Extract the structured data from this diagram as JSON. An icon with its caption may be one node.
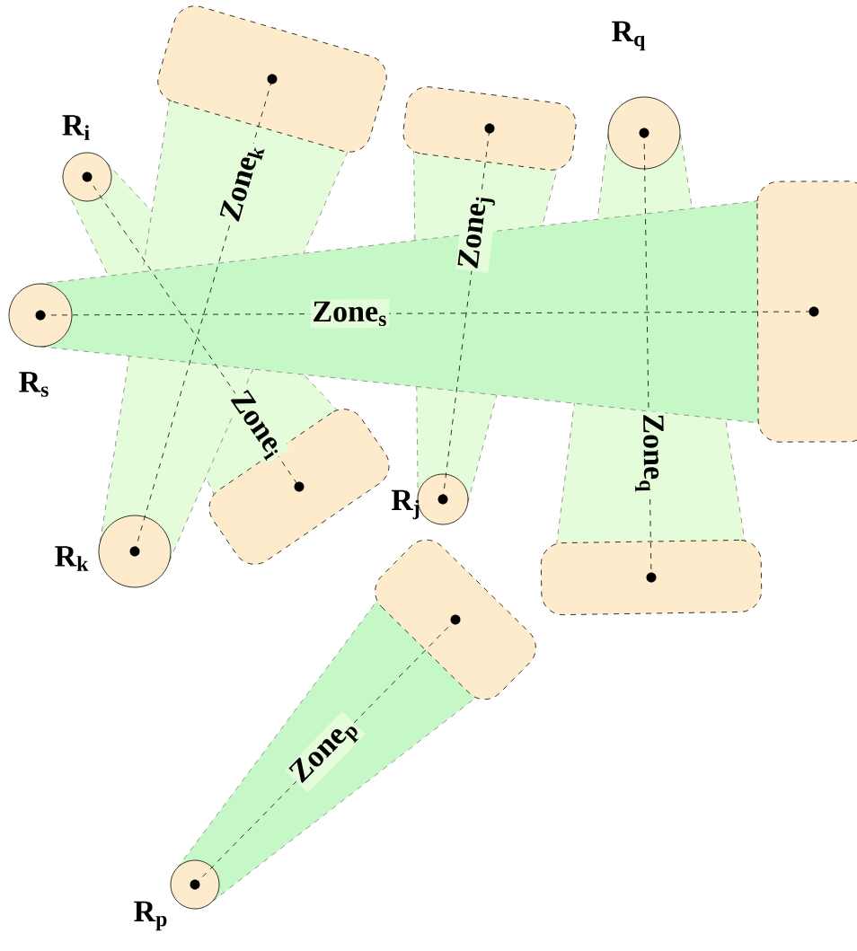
{
  "diagram": {
    "nodes": [
      {
        "text": [],
        "shape": "circle",
        "beside": [
          "R$_{s}$"
        ]
      },
      {
        "text": [],
        "shape": "box"
      },
      {
        "text": [],
        "shape": "circle",
        "beside": [
          "R$_{i}$"
        ]
      },
      {
        "text": [],
        "shape": "box"
      },
      {
        "text": [],
        "shape": "circle",
        "beside": [
          "R$_{k}$"
        ]
      },
      {
        "text": [],
        "shape": "box"
      },
      {
        "text": [],
        "shape": "circle",
        "beside": [
          "R$_{j}$"
        ]
      },
      {
        "text": [],
        "shape": "box"
      },
      {
        "text": [],
        "shape": "circle",
        "beside": [
          "R$_{q}$"
        ]
      },
      {
        "text": [],
        "shape": "box"
      },
      {
        "text": [],
        "shape": "circle",
        "beside": [
          "R$_{p}$"
        ]
      },
      {
        "text": [],
        "shape": "box"
      }
    ],
    "edges": [
      {
        "from": 0,
        "to": 1,
        "arrow": "none",
        "style": "dashed",
        "label": "Zone$_{s}$"
      },
      {
        "from": 2,
        "to": 3,
        "arrow": "none",
        "style": "dashed",
        "label": "Zone$_{i}$"
      },
      {
        "from": 4,
        "to": 5,
        "arrow": "none",
        "style": "dashed",
        "label": "Zone$_{k}$"
      },
      {
        "from": 6,
        "to": 7,
        "arrow": "none",
        "style": "dashed",
        "label": "Zone$_{j}$"
      },
      {
        "from": 8,
        "to": 9,
        "arrow": "none",
        "style": "dashed",
        "label": "Zone$_{q}$"
      },
      {
        "from": 10,
        "to": 11,
        "arrow": "none",
        "style": "dashed",
        "label": "Zone$_{p}$"
      }
    ]
  }
}
